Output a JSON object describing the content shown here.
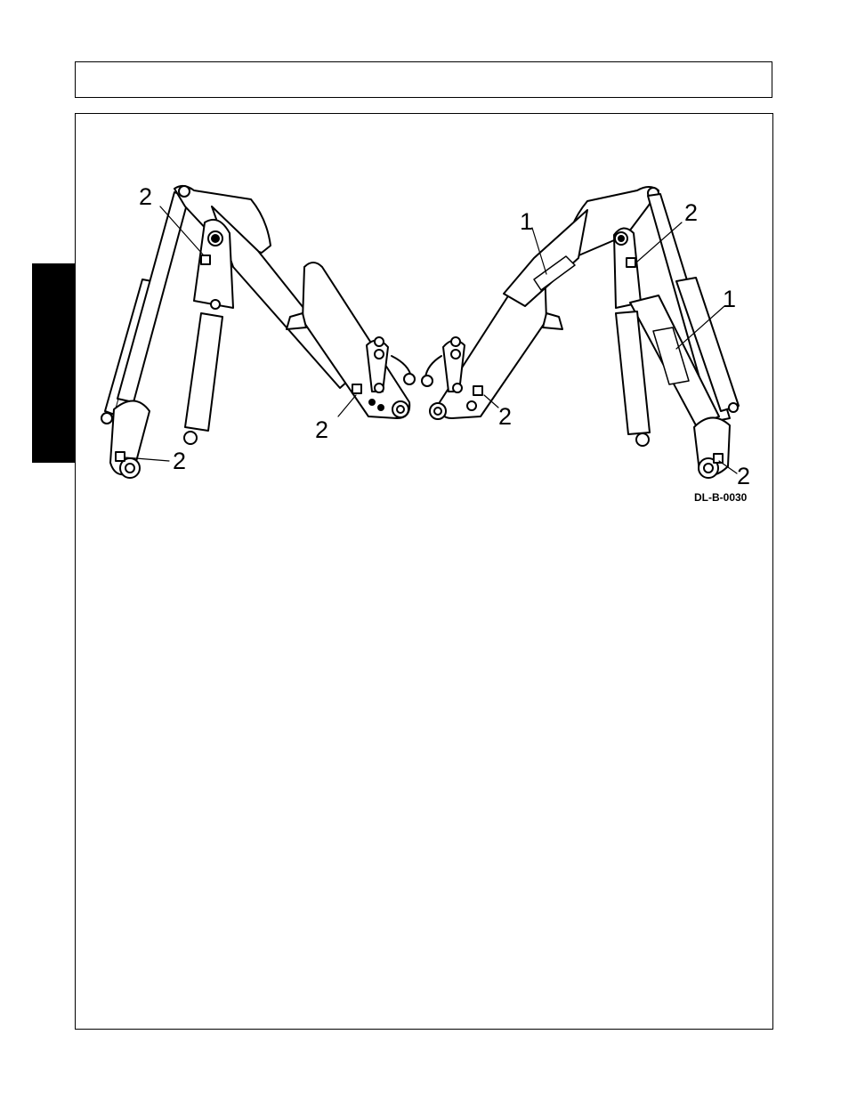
{
  "header": {
    "title": ""
  },
  "figure": {
    "figure_id": "DL-B-0030",
    "callouts": {
      "left_top": "2",
      "left_bottom": "2",
      "left_mid": "2",
      "right_mid": "2",
      "right_top_decal": "1",
      "right_top": "2",
      "right_side_decal": "1",
      "right_bottom": "2"
    }
  }
}
